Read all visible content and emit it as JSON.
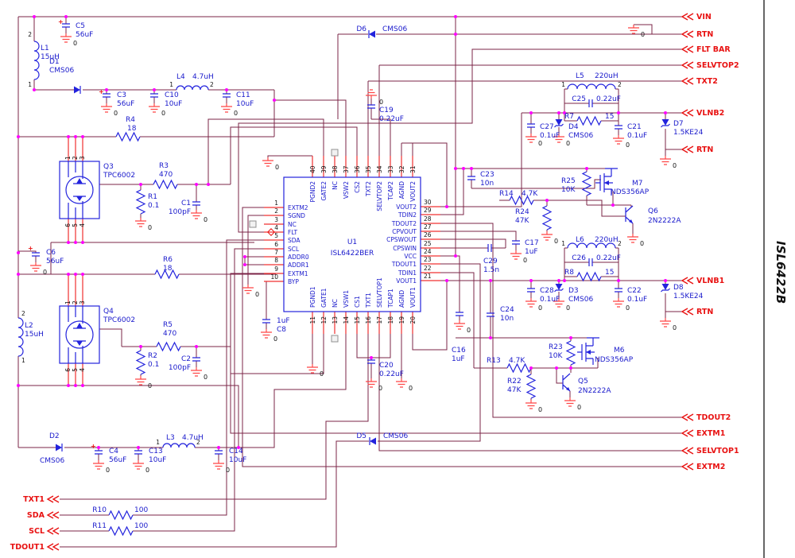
{
  "title": "ISL6422B",
  "chip": {
    "ref": "U1",
    "part": "ISL6422BER",
    "left_pins": [
      {
        "n": "1",
        "name": "EXTM2"
      },
      {
        "n": "2",
        "name": "SGND"
      },
      {
        "n": "3",
        "name": "NC"
      },
      {
        "n": "4",
        "name": "FLT"
      },
      {
        "n": "5",
        "name": "SDA"
      },
      {
        "n": "6",
        "name": "SCL"
      },
      {
        "n": "7",
        "name": "ADDR0"
      },
      {
        "n": "8",
        "name": "ADDR1"
      },
      {
        "n": "9",
        "name": "EXTM1"
      },
      {
        "n": "10",
        "name": "BYP"
      }
    ],
    "right_pins": [
      {
        "n": "30",
        "name": "VOUT2"
      },
      {
        "n": "29",
        "name": "TDIN2"
      },
      {
        "n": "28",
        "name": "TDOUT2"
      },
      {
        "n": "27",
        "name": "CPVOUT"
      },
      {
        "n": "26",
        "name": "CPSWOUT"
      },
      {
        "n": "25",
        "name": "CPSWIN"
      },
      {
        "n": "24",
        "name": "VCC"
      },
      {
        "n": "23",
        "name": "TDOUT1"
      },
      {
        "n": "22",
        "name": "TDIN1"
      },
      {
        "n": "21",
        "name": "VOUT1"
      }
    ],
    "top_pins": [
      {
        "n": "40",
        "name": "PGND2"
      },
      {
        "n": "39",
        "name": "GATE2"
      },
      {
        "n": "38",
        "name": "NC"
      },
      {
        "n": "37",
        "name": "VSW2"
      },
      {
        "n": "36",
        "name": "CS2"
      },
      {
        "n": "35",
        "name": "TXT2"
      },
      {
        "n": "34",
        "name": "SELVTOP2"
      },
      {
        "n": "33",
        "name": "TCAP2"
      },
      {
        "n": "32",
        "name": "AGND"
      },
      {
        "n": "31",
        "name": "VOUT2"
      }
    ],
    "bottom_pins": [
      {
        "n": "11",
        "name": "PGND1"
      },
      {
        "n": "12",
        "name": "GATE1"
      },
      {
        "n": "13",
        "name": "NC"
      },
      {
        "n": "14",
        "name": "VSW1"
      },
      {
        "n": "15",
        "name": "CS1"
      },
      {
        "n": "16",
        "name": "TXT1"
      },
      {
        "n": "17",
        "name": "SELVTOP1"
      },
      {
        "n": "18",
        "name": "TCAP1"
      },
      {
        "n": "19",
        "name": "AGND"
      },
      {
        "n": "20",
        "name": "VOUT1"
      }
    ]
  },
  "components": {
    "L1": {
      "ref": "L1",
      "val": "15uH"
    },
    "L2": {
      "ref": "L2",
      "val": "15uH"
    },
    "L3": {
      "ref": "L3",
      "val": "4.7uH"
    },
    "L4": {
      "ref": "L4",
      "val": "4.7uH"
    },
    "L5": {
      "ref": "L5",
      "val": "220uH"
    },
    "L6": {
      "ref": "L6",
      "val": "220uH"
    },
    "C1": {
      "ref": "C1",
      "val": "100pF"
    },
    "C2": {
      "ref": "C2",
      "val": "100pF"
    },
    "C3": {
      "ref": "C3",
      "val": "56uF"
    },
    "C4": {
      "ref": "C4",
      "val": "56uF"
    },
    "C5": {
      "ref": "C5",
      "val": "56uF"
    },
    "C6": {
      "ref": "C6",
      "val": "56uF"
    },
    "C8": {
      "ref": "C8",
      "val": "1uF"
    },
    "C10": {
      "ref": "C10",
      "val": "10uF"
    },
    "C11": {
      "ref": "C11",
      "val": "10uF"
    },
    "C13": {
      "ref": "C13",
      "val": "10uF"
    },
    "C14": {
      "ref": "C14",
      "val": "10uF"
    },
    "C16": {
      "ref": "C16",
      "val": "1uF"
    },
    "C17": {
      "ref": "C17",
      "val": "1uF"
    },
    "C19": {
      "ref": "C19",
      "val": "0.22uF"
    },
    "C20": {
      "ref": "C20",
      "val": "0.22uF"
    },
    "C21": {
      "ref": "C21",
      "val": "0.1uF"
    },
    "C22": {
      "ref": "C22",
      "val": "0.1uF"
    },
    "C23": {
      "ref": "C23",
      "val": "10n"
    },
    "C24": {
      "ref": "C24",
      "val": "10n"
    },
    "C25": {
      "ref": "C25",
      "val": "0.22uF"
    },
    "C26": {
      "ref": "C26",
      "val": "0.22uF"
    },
    "C27": {
      "ref": "C27",
      "val": "0.1uF"
    },
    "C28": {
      "ref": "C28",
      "val": "0.1uF"
    },
    "C29": {
      "ref": "C29",
      "val": "1.5n"
    },
    "R1": {
      "ref": "R1",
      "val": "0.1"
    },
    "R2": {
      "ref": "R2",
      "val": "0.1"
    },
    "R3": {
      "ref": "R3",
      "val": "470"
    },
    "R4": {
      "ref": "R4",
      "val": "18"
    },
    "R5": {
      "ref": "R5",
      "val": "470"
    },
    "R6": {
      "ref": "R6",
      "val": "18"
    },
    "R7": {
      "ref": "R7",
      "val": "15"
    },
    "R8": {
      "ref": "R8",
      "val": "15"
    },
    "R10": {
      "ref": "R10",
      "val": "100"
    },
    "R11": {
      "ref": "R11",
      "val": "100"
    },
    "R13": {
      "ref": "R13",
      "val": "4.7K"
    },
    "R14": {
      "ref": "R14",
      "val": "4.7K"
    },
    "R22": {
      "ref": "R22",
      "val": "47K"
    },
    "R23": {
      "ref": "R23",
      "val": "10K"
    },
    "R24": {
      "ref": "R24",
      "val": "47K"
    },
    "R25": {
      "ref": "R25",
      "val": "10K"
    },
    "D1": {
      "ref": "D1",
      "val": "CMS06"
    },
    "D2": {
      "ref": "D2",
      "val": "CMS06"
    },
    "D3": {
      "ref": "D3",
      "val": "CMS06"
    },
    "D4": {
      "ref": "D4",
      "val": "CMS06"
    },
    "D5": {
      "ref": "D5",
      "val": "CMS06"
    },
    "D6": {
      "ref": "D6",
      "val": "CMS06"
    },
    "D7": {
      "ref": "D7",
      "val": "1.5KE24"
    },
    "D8": {
      "ref": "D8",
      "val": "1.5KE24"
    },
    "Q3": {
      "ref": "Q3",
      "val": "TPC6002"
    },
    "Q4": {
      "ref": "Q4",
      "val": "TPC6002"
    },
    "Q5": {
      "ref": "Q5",
      "val": "2N2222A"
    },
    "Q6": {
      "ref": "Q6",
      "val": "2N2222A"
    },
    "M6": {
      "ref": "M6",
      "val": "NDS356AP"
    },
    "M7": {
      "ref": "M7",
      "val": "NDS356AP"
    }
  },
  "connectors": {
    "vin": "VIN",
    "rtn": "RTN",
    "flt_bar": "FLT BAR",
    "selvtop2": "SELVTOP2",
    "txt2": "TXT2",
    "vlnb2": "VLNB2",
    "vlnb1": "VLNB1",
    "tdout2": "TDOUT2",
    "extm1": "EXTM1",
    "selvtop1": "SELVTOP1",
    "extm2": "EXTM2",
    "txt1": "TXT1",
    "sda": "SDA",
    "scl": "SCL",
    "tdout1": "TDOUT1"
  },
  "labels": {
    "gnd": "0",
    "plus": "+",
    "p1": "1",
    "p2": "2",
    "pkg_top_a": "1",
    "pkg_top_b": "2",
    "pkg_top_c": "3",
    "pkg_bot_a": "6",
    "pkg_bot_b": "5",
    "pkg_bot_c": "4"
  },
  "colors": {
    "wire": "#7b2447",
    "lead": "#f03030",
    "ground": "#ff4545",
    "symbol": "#2323dd",
    "text_blue": "#1a1acc",
    "text_red": "#e81212",
    "junction": "#ff00ff"
  }
}
